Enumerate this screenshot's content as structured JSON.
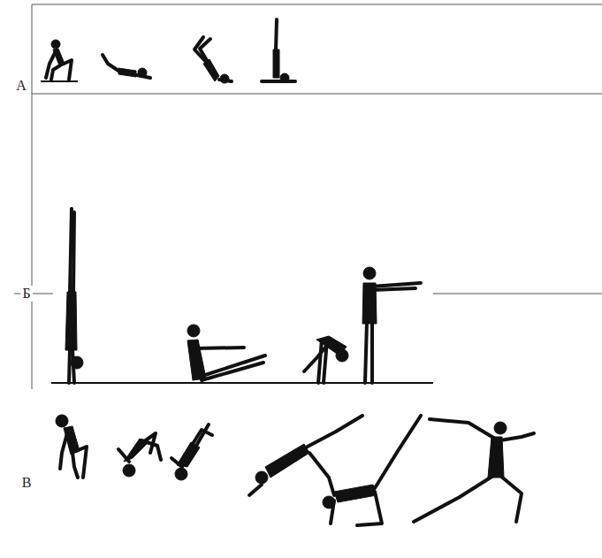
{
  "diagram": {
    "labels": [
      "А",
      "Б",
      "В"
    ]
  }
}
